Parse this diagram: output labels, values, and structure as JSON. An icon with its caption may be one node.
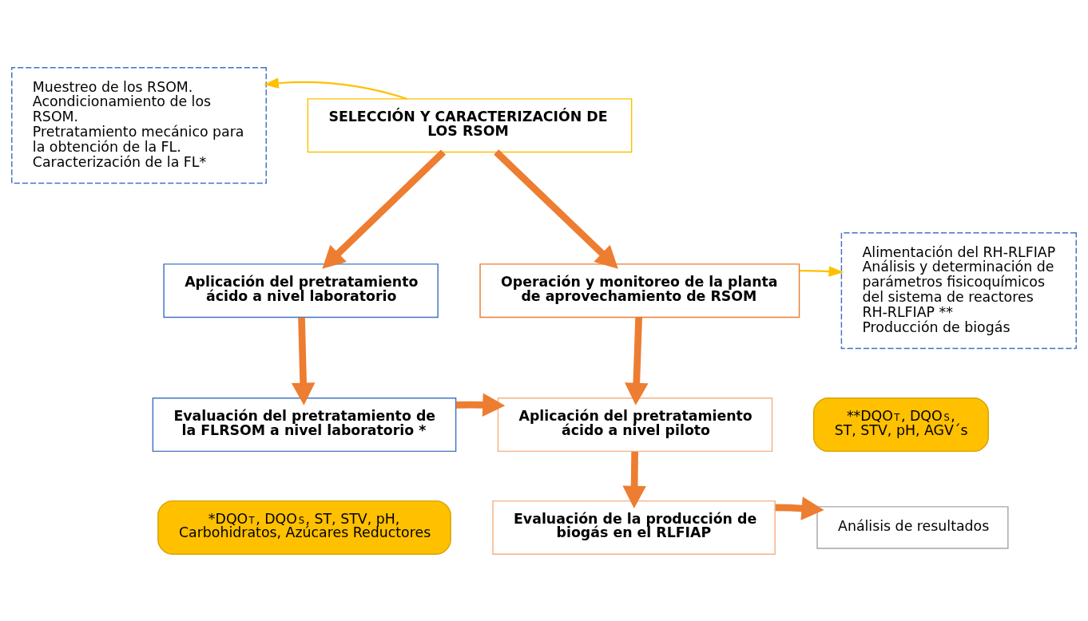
{
  "diagram": {
    "nodes": [
      {
        "text": [
          "Muestreo de los RSOM.",
          "Acondicionamiento de los RSOM.",
          "Pretratamiento mecánico para la obtención de la FL.",
          "Caracterización de la FL*"
        ]
      },
      {
        "text": [
          "SELECCIÓN Y CARACTERIZACIÓN DE LOS RSOM"
        ]
      },
      {
        "text": [
          "Aplicación del pretratamiento ácido a nivel laboratorio"
        ]
      },
      {
        "text": [
          "Operación y monitoreo de la planta de aprovechamiento de RSOM"
        ]
      },
      {
        "text": [
          "Alimentación del RH-RLFIAP",
          "Análisis y determinación de parámetros fisicoquímicos del sistema de reactores RH-RLFIAP **",
          "Producción de biogás"
        ]
      },
      {
        "text": [
          "Evaluación del pretratamiento de la FLRSOM a nivel laboratorio *"
        ]
      },
      {
        "text": [
          "Aplicación del pretratamiento ácido a nivel piloto"
        ]
      },
      {
        "text": [
          "**DQO$_{T}$, DQO$_{S}$, ST, STV, pH, AGV´s"
        ]
      },
      {
        "text": [
          "*DQO$_{T}$, DQO$_{S}$, ST, STV, pH, Carbohidratos, Azúcares Reductores"
        ]
      },
      {
        "text": [
          "Evaluación de la producción de biogás en el RLFIAP"
        ]
      },
      {
        "text": [
          "Análisis de resultados"
        ]
      }
    ],
    "edges": [
      {
        "from": 1,
        "to": 0,
        "arrow": "to",
        "color": "#ffc000"
      },
      {
        "from": 1,
        "to": 2,
        "arrow": "to"
      },
      {
        "from": 1,
        "to": 3,
        "arrow": "to"
      },
      {
        "from": 3,
        "to": 4,
        "arrow": "to",
        "color": "#ffc000"
      },
      {
        "from": 2,
        "to": 5,
        "arrow": "to"
      },
      {
        "from": 3,
        "to": 6,
        "arrow": "to"
      },
      {
        "from": 5,
        "to": 6,
        "arrow": "to"
      },
      {
        "from": 6,
        "to": 9,
        "arrow": "to"
      },
      {
        "from": 9,
        "to": 10,
        "arrow": "to"
      }
    ]
  }
}
